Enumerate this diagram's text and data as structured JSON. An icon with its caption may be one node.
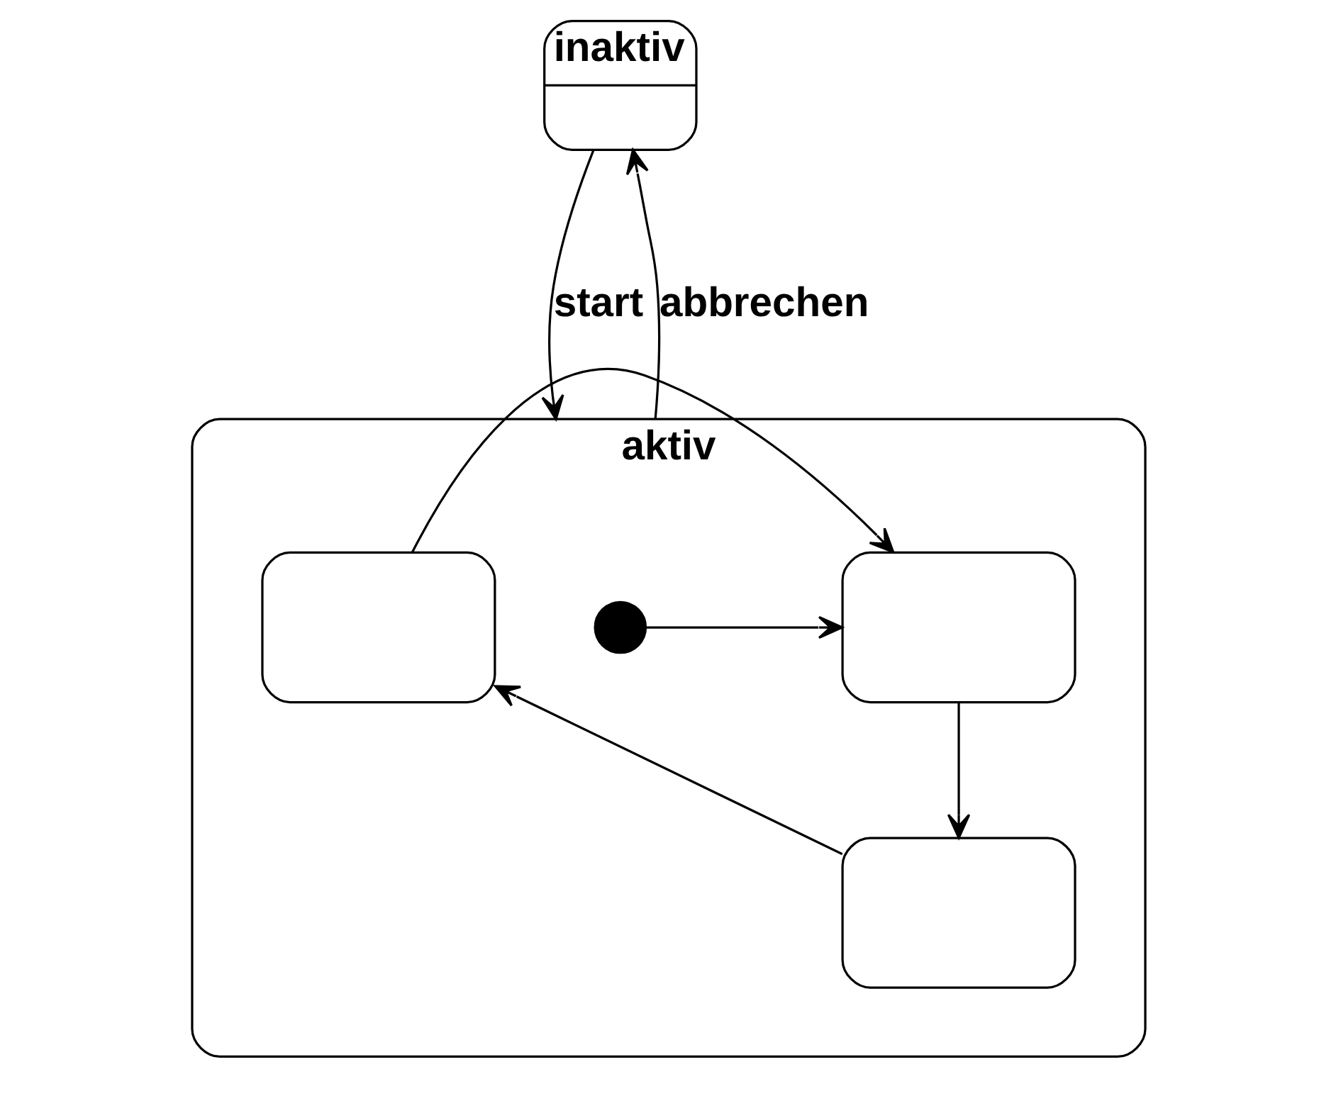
{
  "diagram": {
    "nodes": [
      {
        "text": [
          "inaktiv"
        ]
      },
      {
        "text": [
          "aktiv"
        ]
      },
      {
        "text": [],
        "shape": "circle",
        "in": 1
      },
      {
        "text": [],
        "shape": "box",
        "in": 1
      },
      {
        "text": [],
        "shape": "box",
        "in": 1
      },
      {
        "text": [],
        "shape": "box",
        "in": 1
      }
    ],
    "edges": [
      {
        "from": 0,
        "to": 1,
        "arrow": "to",
        "label": "start"
      },
      {
        "from": 1,
        "to": 0,
        "arrow": "to",
        "label": "abbrechen"
      },
      {
        "from": 2,
        "to": 3,
        "arrow": "to"
      },
      {
        "from": 3,
        "to": 5,
        "arrow": "to"
      },
      {
        "from": 4,
        "to": 3,
        "arrow": "to"
      },
      {
        "from": 5,
        "to": 4,
        "arrow": "to"
      }
    ]
  }
}
